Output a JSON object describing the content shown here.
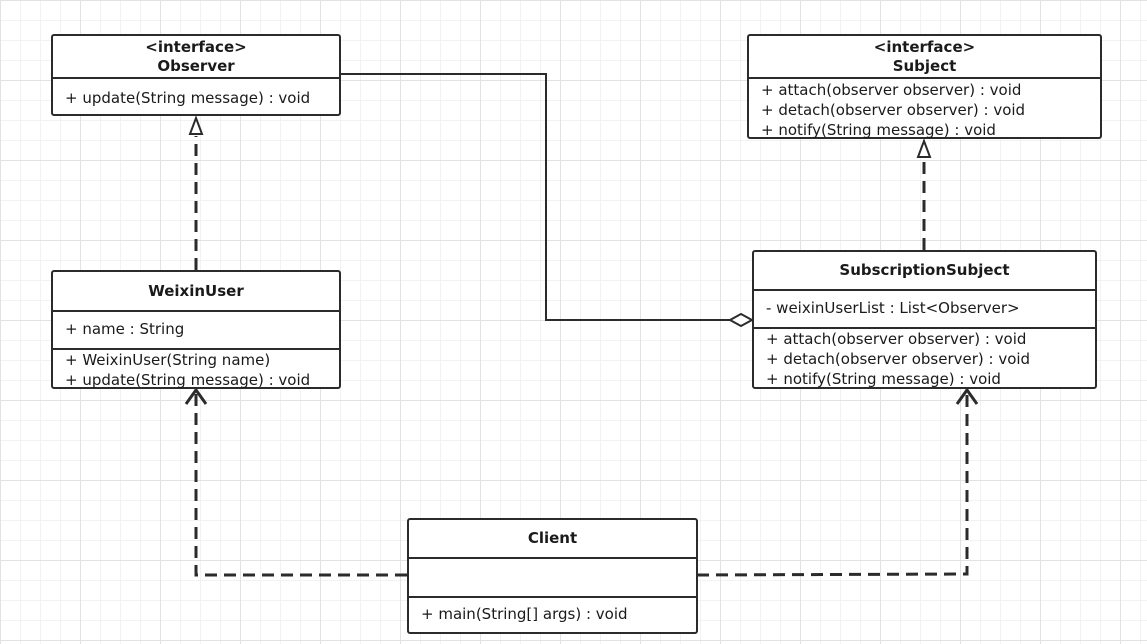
{
  "diagram": {
    "observer": {
      "stereotype": "<interface>",
      "name": "Observer",
      "operations": [
        "+ update(String message) : void"
      ]
    },
    "subject": {
      "stereotype": "<interface>",
      "name": "Subject",
      "operations": [
        "+ attach(observer observer) : void",
        "+ detach(observer observer) : void",
        "+ notify(String message) : void"
      ]
    },
    "weixin_user": {
      "name": "WeixinUser",
      "attributes": [
        "+ name : String"
      ],
      "operations": [
        "+ WeixinUser(String name)",
        "+ update(String message) : void"
      ]
    },
    "subscription_subject": {
      "name": "SubscriptionSubject",
      "attributes": [
        "- weixinUserList : List<Observer>"
      ],
      "operations": [
        "+ attach(observer observer) : void",
        "+ detach(observer observer) : void",
        "+ notify(String message) : void"
      ]
    },
    "client": {
      "name": "Client",
      "attributes": [],
      "operations": [
        "+ main(String[] args) : void"
      ]
    }
  }
}
